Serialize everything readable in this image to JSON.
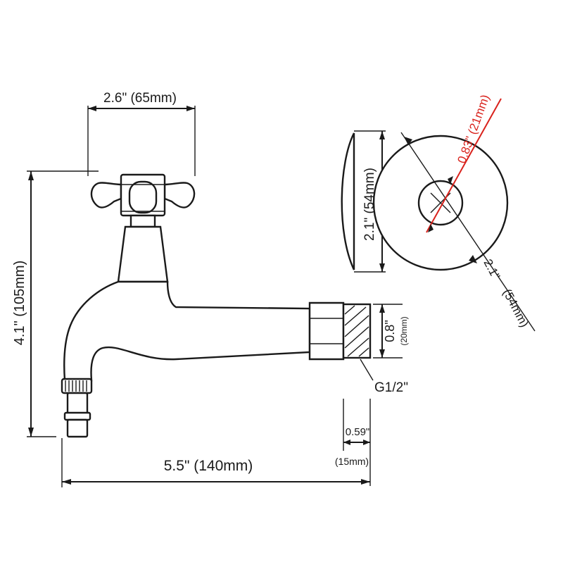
{
  "dimensions": {
    "width_label": "2.6\" (65mm)",
    "height_label": "4.1\" (105mm)",
    "length_label": "5.5\" (140mm)",
    "thread_label": "G1/2\"",
    "outlet_in": "0.8\"",
    "outlet_mm": "(20mm)",
    "thread_len_in": "0.59\"",
    "thread_len_mm": "(15mm)",
    "flange_side_label": "2.1\" (54mm)",
    "flange_hole_label": "0.83\" (21mm)",
    "flange_outer_in": "2.1\"",
    "flange_outer_mm": "(54mm)"
  },
  "colors": {
    "outline": "#1a1a1a",
    "highlight": "#d9221c"
  }
}
